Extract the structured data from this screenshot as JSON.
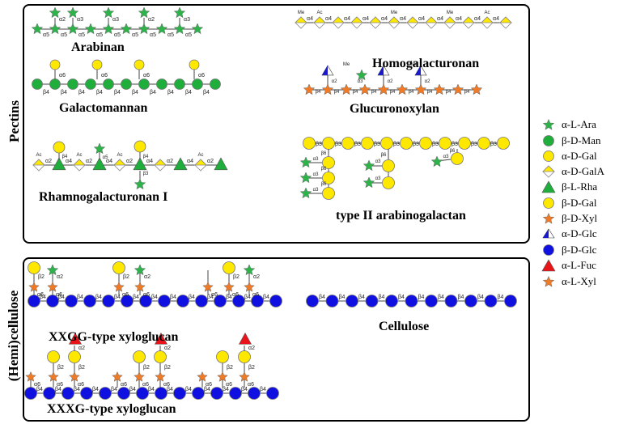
{
  "sections": {
    "pectins": "Pectins",
    "hemicellulose": "(Hemi)cellulose"
  },
  "structures": {
    "arabinan": "Arabinan",
    "homogalacturonan": "Homogalacturonan",
    "galactomannan": "Galactomannan",
    "glucuronoxylan": "Glucuronoxylan",
    "rhamnogalacturonan": "Rhamnogalacturonan I",
    "arabinogalactan": "type II arabinogalactan",
    "xxgg": "XXGG-type xyloglucan",
    "cellulose": "Cellulose",
    "xxxg": "XXXG-type xyloglucan"
  },
  "legend": [
    {
      "label": "α-L-Ara",
      "shape": "star",
      "color": "#2db34a"
    },
    {
      "label": "β-D-Man",
      "shape": "circle",
      "color": "#1fae3c"
    },
    {
      "label": "α-D-Gal",
      "shape": "circle",
      "color": "#ffe800"
    },
    {
      "label": "α-D-GalA",
      "shape": "diamond",
      "color": "#ffe800"
    },
    {
      "label": "β-L-Rha",
      "shape": "triangle",
      "color": "#1fae3c"
    },
    {
      "label": "β-D-Gal",
      "shape": "circle",
      "color": "#ffe800"
    },
    {
      "label": "β-D-Xyl",
      "shape": "star",
      "color": "#f07a25"
    },
    {
      "label": "α-D-Glc",
      "shape": "halftriangle",
      "color": "#1a1acc"
    },
    {
      "label": "β-D-Glc",
      "shape": "circle",
      "color": "#1010e0"
    },
    {
      "label": "α-L-Fuc",
      "shape": "triangle",
      "color": "#e8141a"
    },
    {
      "label": "α-L-Xyl",
      "shape": "star",
      "color": "#f07a25"
    }
  ],
  "linkages": {
    "a2": "α2",
    "a3": "α3",
    "a4": "α4",
    "a5": "α5",
    "a6": "α6",
    "b2": "β2",
    "b3": "β3",
    "b4": "β4",
    "b6": "β6",
    "me": "Me",
    "ac": "Ac"
  }
}
